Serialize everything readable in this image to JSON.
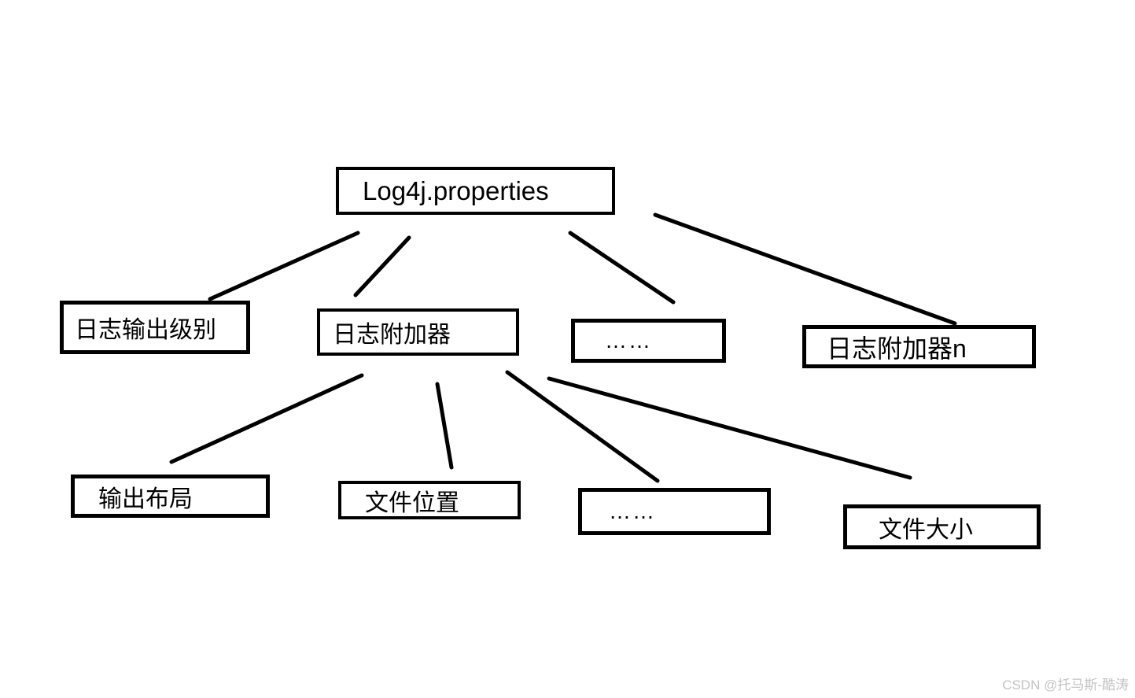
{
  "diagram": {
    "title_node": {
      "label": "Log4j.properties"
    },
    "level2": [
      {
        "id": "log-output-level",
        "label": "日志输出级别"
      },
      {
        "id": "log-appender",
        "label": "日志附加器"
      },
      {
        "id": "ellipsis-row2",
        "label": "……"
      },
      {
        "id": "log-appender-n",
        "label": "日志附加器n"
      }
    ],
    "level3": [
      {
        "id": "output-layout",
        "label": "输出布局"
      },
      {
        "id": "file-location",
        "label": "文件位置"
      },
      {
        "id": "ellipsis-row3",
        "label": "……"
      },
      {
        "id": "file-size",
        "label": "文件大小"
      }
    ],
    "colors": {
      "background": "#ffffff",
      "box_border": "#000000",
      "text": "#000000",
      "connector": "#000000"
    }
  },
  "watermark": {
    "text": "CSDN @托马斯-酷涛",
    "color": "#c3c3c3"
  }
}
